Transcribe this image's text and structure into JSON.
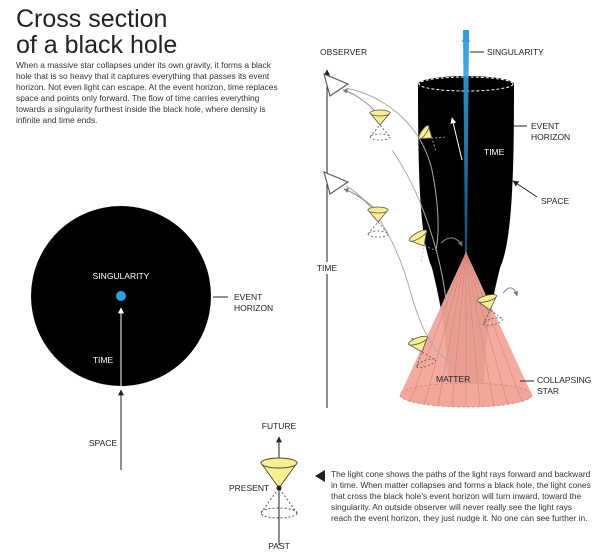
{
  "title_line1": "Cross section",
  "title_line2": "of a black hole",
  "intro": "When a massive star collapses under its own gravity, it forms a black hole that is so heavy that it captures everything that passes its event horizon. Not even light can escape. At the event horizon, time replaces space and points only forward. The flow of time carries everything towards a singularity furthest inside the black hole, where density is infinite and time ends.",
  "left_diagram": {
    "singularity": "SINGULARITY",
    "event_horizon_1": "EVENT",
    "event_horizon_2": "HORIZON",
    "time": "TIME",
    "space": "SPACE"
  },
  "right_diagram": {
    "observer": "OBSERVER",
    "singularity": "SINGULARITY",
    "event_horizon_1": "EVENT",
    "event_horizon_2": "HORIZON",
    "time_inside": "TIME",
    "space": "SPACE",
    "time_axis": "TIME",
    "matter": "MATTER",
    "collapsing_1": "COLLAPSING",
    "collapsing_2": "STAR"
  },
  "light_cone": {
    "future": "FUTURE",
    "present": "PRESENT",
    "past": "PAST"
  },
  "caption": "The light cone shows the paths of the light rays forward and backward in time. When matter collapses and forms a black hole, the light cones that cross the black hole's event horizon will turn inward, toward the singularity. An outside observer will never really see the light rays reach the event horizon, they just nudge it. No one can see further in.",
  "colors": {
    "black_hole": "#000000",
    "singularity_blue": "#2a9fe6",
    "star_pink": "#f2a79b",
    "cone_yellow": "#f8ef8e"
  }
}
